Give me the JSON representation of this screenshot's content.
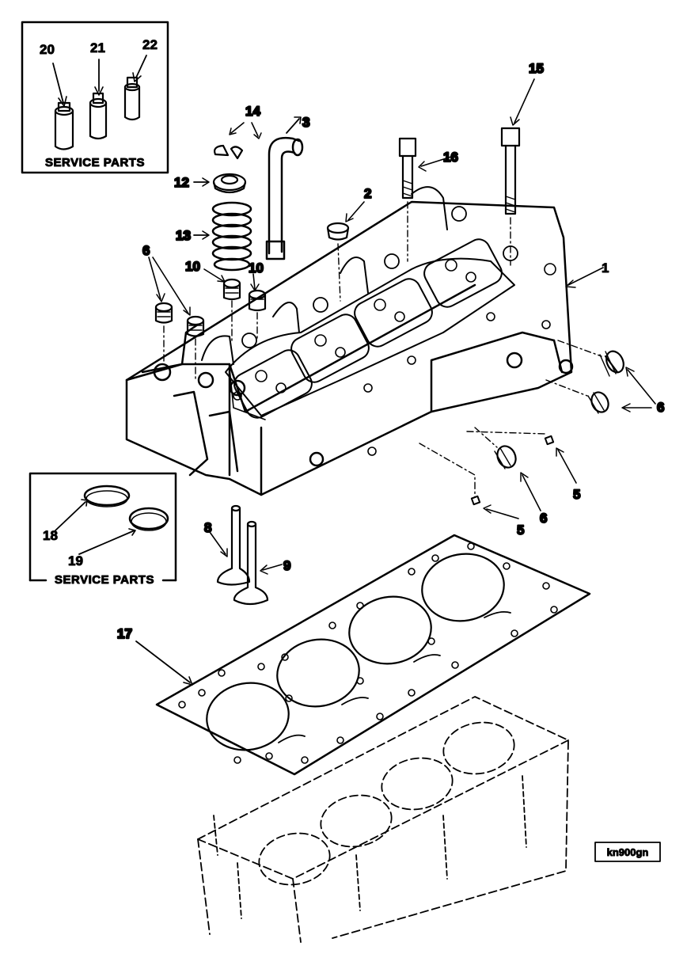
{
  "service_box_top": {
    "title": "SERVICE PARTS",
    "labels": [
      "20",
      "21",
      "22"
    ]
  },
  "service_box_mid": {
    "title": "SERVICE PARTS",
    "labels": [
      "18",
      "19"
    ]
  },
  "callouts": [
    "1",
    "2",
    "3",
    "5",
    "5",
    "6",
    "6",
    "6",
    "8",
    "9",
    "10",
    "10",
    "12",
    "13",
    "14",
    "15",
    "16",
    "17"
  ],
  "figure_ref": "kn900gn"
}
